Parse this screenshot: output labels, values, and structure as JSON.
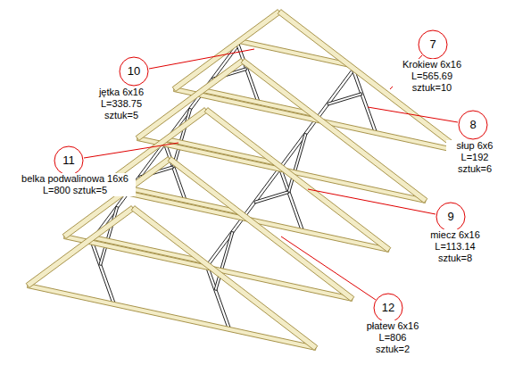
{
  "diagram": {
    "nodes": [
      {
        "text": [
          "10",
          "jętka 6x16 L=338.75 sztuk=5"
        ]
      },
      {
        "text": [
          "7",
          "Krokiew 6x16 L=565.69 sztuk=10"
        ]
      },
      {
        "text": [
          "8",
          "słup 6x6 L=192 sztuk=6"
        ]
      },
      {
        "text": [
          "11",
          "belka podwalinowa 16x6 L=800 sztuk=5"
        ]
      },
      {
        "text": [
          "9",
          "miecz 6x16 L=113.14 sztuk=8"
        ]
      },
      {
        "text": [
          "12",
          "płatew 6x16 L=806 sztuk=2"
        ]
      }
    ]
  }
}
